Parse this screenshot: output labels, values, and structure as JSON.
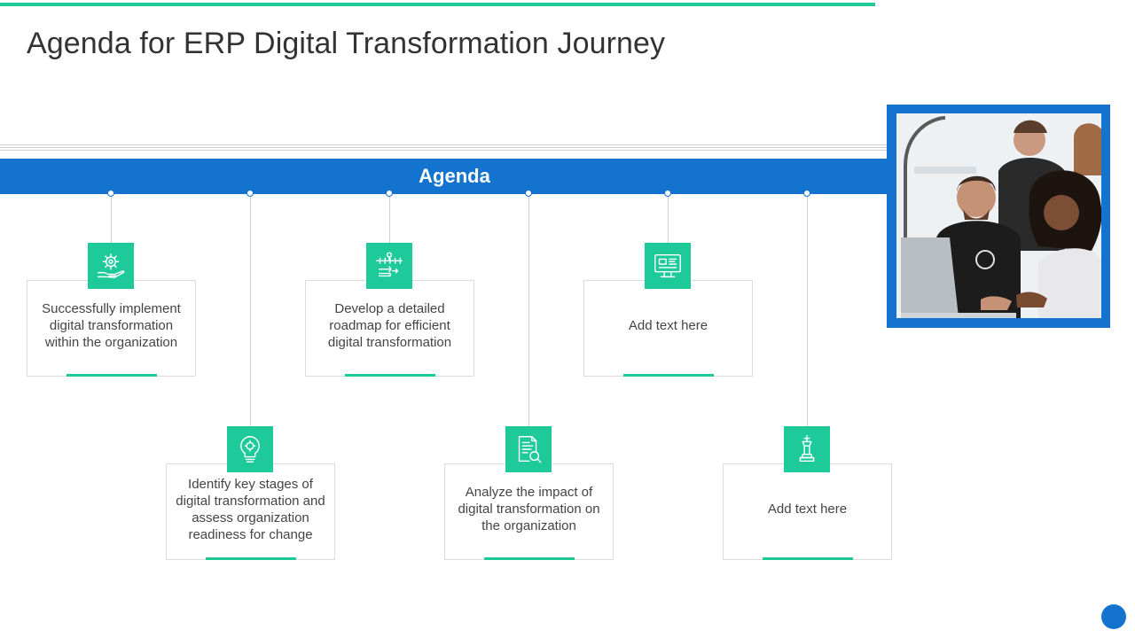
{
  "slide": {
    "title": "Agenda for ERP Digital Transformation Journey",
    "banner_label": "Agenda"
  },
  "colors": {
    "accent_green": "#1ec99a",
    "accent_blue": "#1373cf"
  },
  "items": [
    {
      "text": "Successfully implement digital transformation within the organization",
      "icon": "gear-in-hand-icon"
    },
    {
      "text": "Identify key stages of digital transformation and assess organization readiness for change",
      "icon": "lightbulb-gear-icon"
    },
    {
      "text": "Develop a detailed roadmap for efficient digital transformation",
      "icon": "hand-pointing-roadmap-icon"
    },
    {
      "text": "Analyze the impact of digital transformation on the organization",
      "icon": "document-magnifier-icon"
    },
    {
      "text": "Add text here",
      "icon": "computer-monitor-icon"
    },
    {
      "text": "Add text here",
      "icon": "chess-king-icon"
    }
  ],
  "photo": {
    "icon": "team-at-laptop-photo"
  }
}
